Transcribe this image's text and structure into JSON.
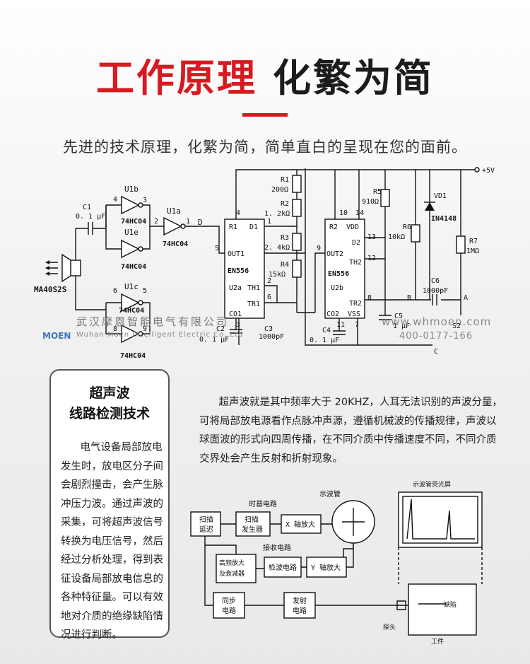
{
  "header": {
    "title_red": "工作原理",
    "title_dark": "化繁为简",
    "subtitle": "先进的技术原理，化繁为简，简单直白的呈现在您的面前。"
  },
  "circuit": {
    "u1b": "U1b",
    "u1e": "U1e",
    "u1c": "U1c",
    "u1a": "U1a",
    "chip": "74HC04",
    "c1": "C1",
    "c1_val": "0. 1 μF",
    "sensor": "MA40S2S",
    "node_d": "D",
    "pins": {
      "p1": "1",
      "p2": "2",
      "p3": "3",
      "p4": "4",
      "p5": "5",
      "p6": "6",
      "p8": "8",
      "p9": "9"
    },
    "u2a": {
      "r1": "R1",
      "d1": "D1",
      "out1": "OUT1",
      "en": "EN556",
      "name": "U2a",
      "th1": "TH1",
      "tr1": "TR1",
      "co1": "CO1",
      "pin4": "4",
      "pin5": "5",
      "pin1": "1",
      "pin2": "2",
      "pin6": "6",
      "pin3": "3"
    },
    "u2b": {
      "r2": "R2",
      "vdd": "VDD",
      "d2": "D2",
      "out2": "OUT2",
      "th2": "TH2",
      "en": "EN556",
      "name": "U2b",
      "tr2": "TR2",
      "co2": "CO2",
      "vss": "VSS",
      "pin10": "10",
      "pin14": "14",
      "pin13": "13",
      "pin12": "12",
      "pin9": "9",
      "pin8": "8",
      "pin11": "11",
      "pin7": "7"
    },
    "res": [
      {
        "name": "R1",
        "val": "200Ω"
      },
      {
        "name": "R2",
        "val": "1. 2kΩ"
      },
      {
        "name": "R3",
        "val": "2. 4kΩ"
      },
      {
        "name": "R4",
        "val": "15kΩ"
      },
      {
        "name": "R5",
        "val": "910Ω"
      },
      {
        "name": "R6",
        "val": "10kΩ"
      },
      {
        "name": "R7",
        "val": "1MΩ"
      }
    ],
    "vd1": "VD1",
    "vd1_part": "IN4148",
    "vcc": "+5V",
    "c2": "C2",
    "c2_val": "0. 1 μF",
    "c3": "C3",
    "c3_val": "1000pF",
    "c4": "C4",
    "c4_val": "0. 1 μF",
    "c5": "C5",
    "c5_val": "1 μF",
    "c6": "C6",
    "c6_val": "1000pF",
    "node_a": "A",
    "node_b": "B",
    "node_c": "C",
    "s2": "S2"
  },
  "watermark": {
    "logo": "MOEN",
    "company_cn": "武汉摩恩智能电气有限公司",
    "company_en": "Wuhan Moen Intelligent Electric Co.,Ltd",
    "url": "www.whmoen.com",
    "phone": "400-0177-166"
  },
  "card": {
    "title_line1": "超声波",
    "title_line2": "线路检测技术",
    "body": "电气设备局部放电发生时，放电区分子间会剧烈撞击，会产生脉冲压力波。通过声波的采集，可将超声波信号转换为电压信号，然后经过分析处理，得到表征设备局部放电信息的各种特征量。可以有效地对介质的绝缘缺陷情况进行判断。"
  },
  "paragraph": "超声波就是其中频率大于 20KHZ，人耳无法识别的声波分量，可将局部放电源看作点脉冲声源，遵循机械波的传播规律，声波以球面波的形式向四周传播，在不同介质中传播速度不同，不同介质交界处会产生反射和折射现象。",
  "block_diagram": {
    "scan_delay": [
      "扫描",
      "延迟"
    ],
    "timebase_label": "时基电路",
    "scan_gen": [
      "扫描",
      "发生器"
    ],
    "x_amp": "X 轴放大",
    "crt_label": "示波管",
    "receive_label": "接收电路",
    "hf_amp": [
      "高频放大",
      "及衰减器"
    ],
    "detect": "检波电路",
    "y_amp": "Y 轴放大",
    "sync": [
      "同步",
      "电路"
    ],
    "transmit": [
      "发射",
      "电路"
    ],
    "screen_label": "示波管荧光屏",
    "defect": "缺陷",
    "probe": "探头",
    "workpiece": "工件"
  }
}
